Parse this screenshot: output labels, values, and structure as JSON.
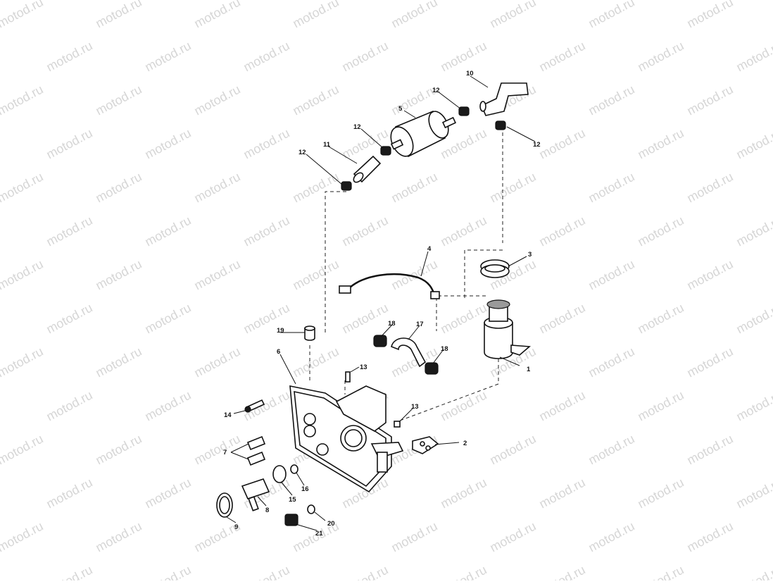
{
  "watermark": "motod.ru",
  "callouts": [
    "1",
    "2",
    "3",
    "4",
    "5",
    "6",
    "7",
    "8",
    "9",
    "10",
    "11",
    "12",
    "13",
    "14",
    "15",
    "16",
    "17",
    "18",
    "19",
    "20",
    "21"
  ]
}
